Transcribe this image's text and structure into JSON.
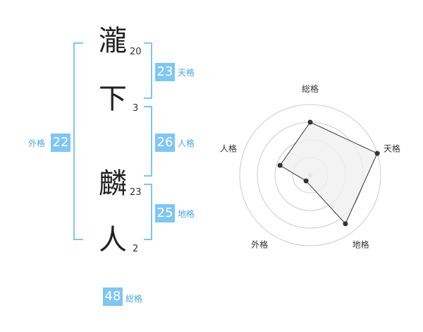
{
  "name": {
    "chars": [
      {
        "char": "瀧",
        "strokes": "20"
      },
      {
        "char": "下",
        "strokes": "3"
      },
      {
        "char": "麟",
        "strokes": "23"
      },
      {
        "char": "人",
        "strokes": "2"
      }
    ]
  },
  "fortunes": {
    "tenkaku": {
      "value": "23",
      "label": "天格"
    },
    "jinkaku": {
      "value": "26",
      "label": "人格"
    },
    "chikaku": {
      "value": "25",
      "label": "地格"
    },
    "gaikaku": {
      "value": "22",
      "label": "外格"
    },
    "soukaku": {
      "value": "48",
      "label": "総格"
    }
  },
  "radar": {
    "labels": [
      "総格",
      "天格",
      "地格",
      "外格",
      "人格"
    ],
    "values": [
      0.75,
      1.0,
      0.85,
      0.1,
      0.45
    ],
    "max": 1.0,
    "rings": 4,
    "colors": {
      "fill": "#f0f0f0",
      "stroke": "#333333",
      "grid": "#cccccc",
      "point": "#333333",
      "center": "#cccccc"
    }
  },
  "colors": {
    "accent": "#7fc6f2",
    "label": "#4aa7e5"
  }
}
